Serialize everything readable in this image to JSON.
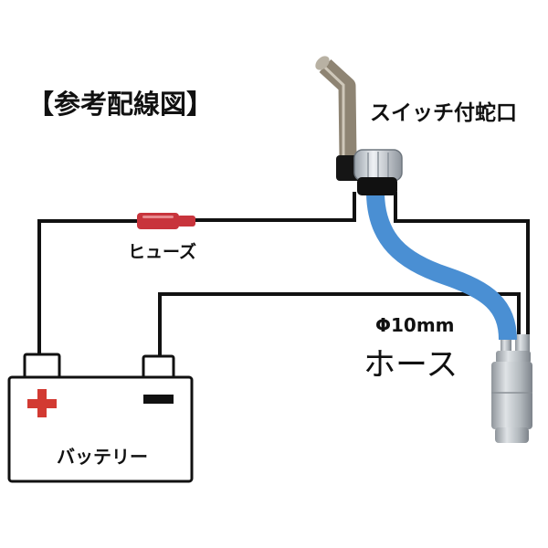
{
  "title": "【参考配線図】",
  "labels": {
    "faucet": "スイッチ付蛇口",
    "fuse": "ヒューズ",
    "hose_size": "Φ10mm",
    "hose": "ホース",
    "battery": "バッテリー"
  },
  "colors": {
    "wire": "#111111",
    "hose": "#4a8fd3",
    "fuse": "#c8343c",
    "plus": "#d23a32",
    "minus": "#111111",
    "faucet_spout": "#8e8473",
    "faucet_knob": "#d6dbe0",
    "pump": "#b7bcc1"
  }
}
